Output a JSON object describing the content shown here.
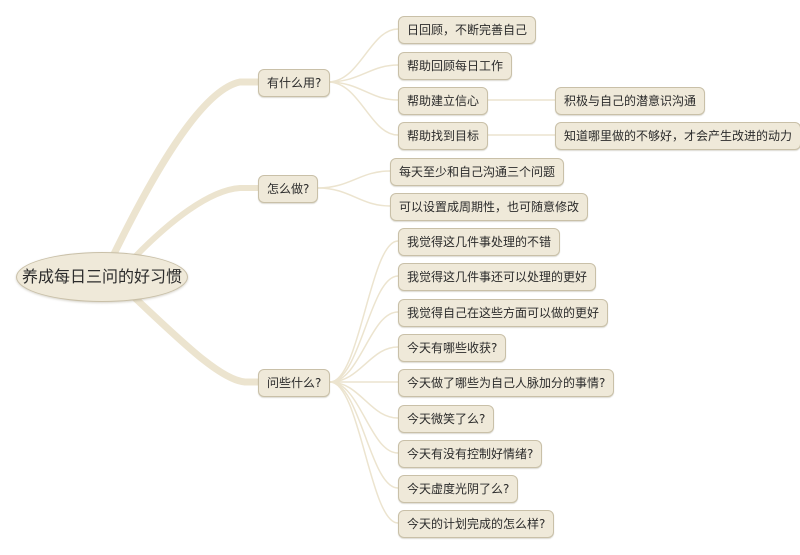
{
  "mindmap": {
    "root": {
      "label": "养成每日三问的好习惯"
    },
    "branches": [
      {
        "label": "有什么用?",
        "children": [
          {
            "label": "日回顾，不断完善自己"
          },
          {
            "label": "帮助回顾每日工作"
          },
          {
            "label": "帮助建立信心",
            "children": [
              {
                "label": "积极与自己的潜意识沟通"
              }
            ]
          },
          {
            "label": "帮助找到目标",
            "children": [
              {
                "label": "知道哪里做的不够好，才会产生改进的动力"
              }
            ]
          }
        ]
      },
      {
        "label": "怎么做?",
        "children": [
          {
            "label": "每天至少和自己沟通三个问题"
          },
          {
            "label": "可以设置成周期性，也可随意修改"
          }
        ]
      },
      {
        "label": "问些什么?",
        "children": [
          {
            "label": "我觉得这几件事处理的不错"
          },
          {
            "label": "我觉得这几件事还可以处理的更好"
          },
          {
            "label": "我觉得自己在这些方面可以做的更好"
          },
          {
            "label": "今天有哪些收获?"
          },
          {
            "label": "今天做了哪些为自己人脉加分的事情?"
          },
          {
            "label": "今天微笑了么?"
          },
          {
            "label": "今天有没有控制好情绪?"
          },
          {
            "label": "今天虚度光阴了么?"
          },
          {
            "label": "今天的计划完成的怎么样?"
          }
        ]
      }
    ]
  },
  "colors": {
    "node_fill": "#efe9d9",
    "node_border": "#c9c0a8",
    "connector": "#ece4cf",
    "text": "#2b2b2b",
    "background": "#ffffff"
  }
}
